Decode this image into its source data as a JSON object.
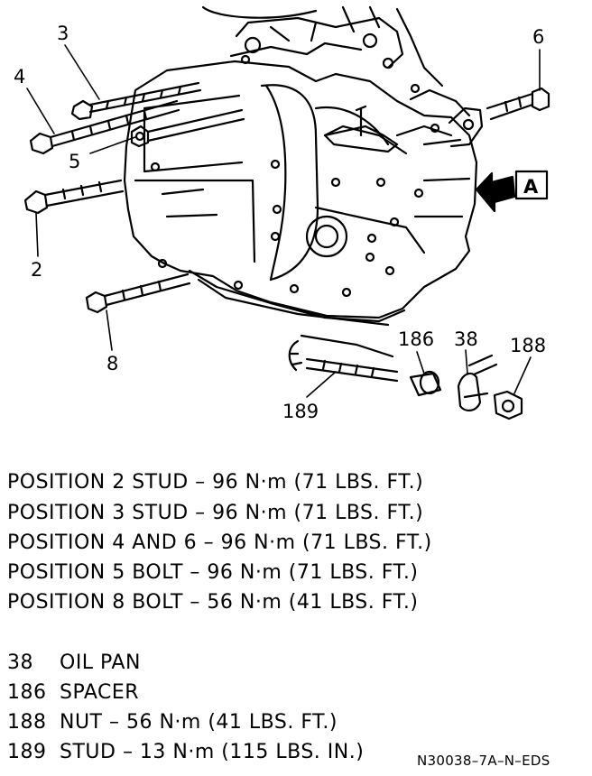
{
  "callouts": {
    "c2": "2",
    "c3": "3",
    "c4": "4",
    "c5": "5",
    "c6": "6",
    "c8": "8",
    "c38": "38",
    "c186": "186",
    "c188": "188",
    "c189": "189",
    "view": "A"
  },
  "specs": [
    "POSITION 2 STUD – 96 N·m (71 LBS. FT.)",
    "POSITION 3 STUD – 96 N·m (71 LBS. FT.)",
    "POSITION 4 AND 6 – 96 N·m (71 LBS. FT.)",
    "POSITION 5 BOLT – 96 N·m (71 LBS. FT.)",
    "POSITION 8 BOLT – 56 N·m (41 LBS. FT.)"
  ],
  "legend": [
    {
      "num": "38",
      "text": "OIL PAN"
    },
    {
      "num": "186",
      "text": "SPACER"
    },
    {
      "num": "188",
      "text": "NUT – 56 N·m (41 LBS. FT.)"
    },
    {
      "num": "189",
      "text": "STUD – 13 N·m (115 LBS. IN.)"
    }
  ],
  "figure_code": "N30038–7A–N–EDS"
}
